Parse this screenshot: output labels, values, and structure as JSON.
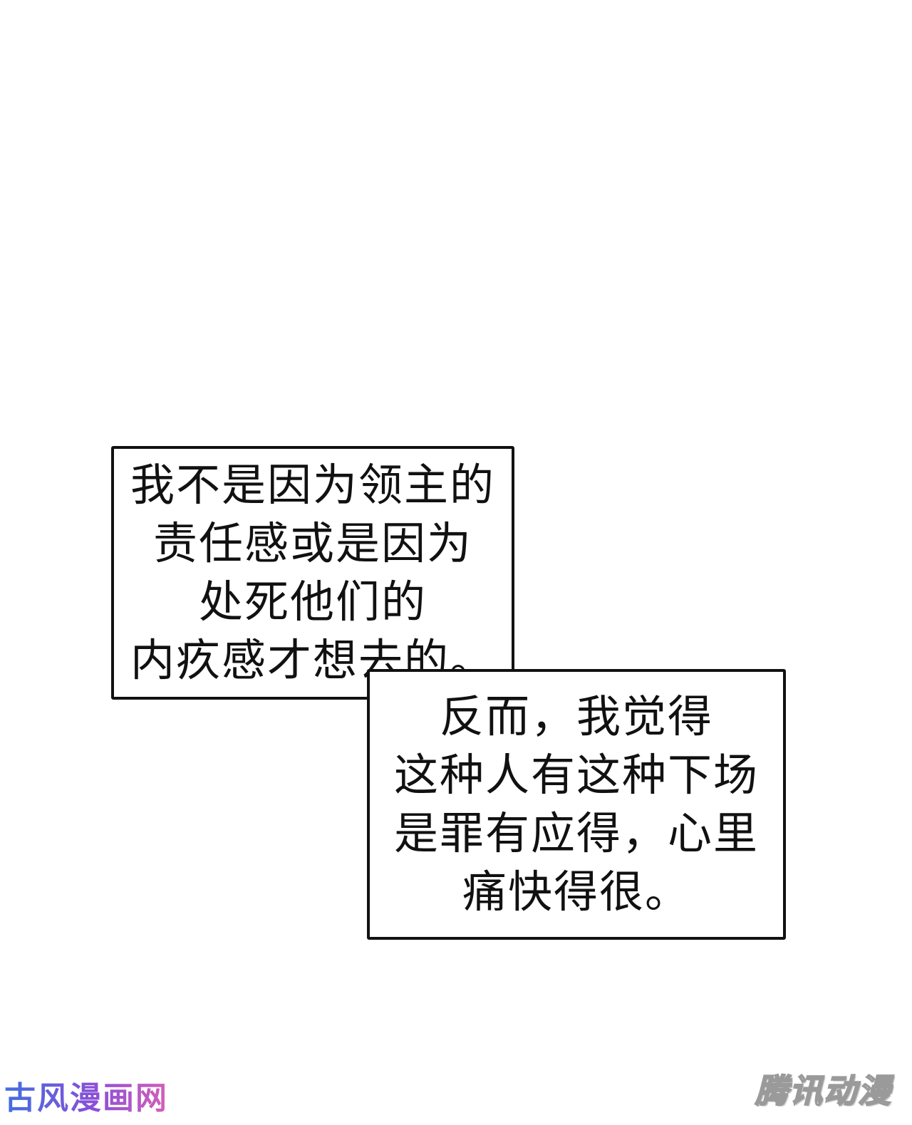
{
  "captions": [
    {
      "lines": [
        "我不是因为领主的",
        "责任感或是因为",
        "处死他们的",
        "内疚感才想去的。"
      ]
    },
    {
      "lines": [
        "反而，我觉得",
        "这种人有这种下场",
        "是罪有应得，心里",
        "痛快得很。"
      ]
    }
  ],
  "watermarks": {
    "left": "古风漫画网",
    "right": "腾讯动漫"
  }
}
